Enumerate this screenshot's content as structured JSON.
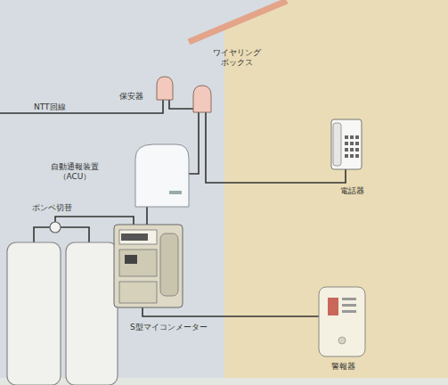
{
  "diagram": {
    "labels": [
      "NTT回線",
      "保安器",
      "ワイヤリング ボックス",
      "自動通報装置 （ACU）",
      "ボンベ切替",
      "電話器",
      "S型マイコンメーター",
      "警報器"
    ]
  }
}
